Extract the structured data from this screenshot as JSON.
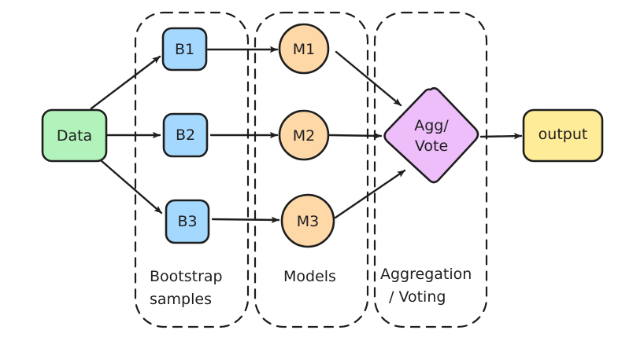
{
  "diagram": {
    "type": "flowchart",
    "style": "hand-drawn",
    "groups": [
      {
        "id": "bootstrap",
        "label_lines": [
          "Bootstrap",
          "samples"
        ]
      },
      {
        "id": "models",
        "label_lines": [
          "Models"
        ]
      },
      {
        "id": "aggregation",
        "label_lines": [
          "Aggregation",
          "/ Voting"
        ]
      }
    ],
    "nodes": [
      {
        "id": "data",
        "label": "Data",
        "shape": "rounded-rect",
        "color": "#b2f2bb"
      },
      {
        "id": "b1",
        "label": "B1",
        "shape": "rounded-rect",
        "color": "#a5d8ff"
      },
      {
        "id": "b2",
        "label": "B2",
        "shape": "rounded-rect",
        "color": "#a5d8ff"
      },
      {
        "id": "b3",
        "label": "B3",
        "shape": "rounded-rect",
        "color": "#a5d8ff"
      },
      {
        "id": "m1",
        "label": "M1",
        "shape": "circle",
        "color": "#ffd8a8"
      },
      {
        "id": "m2",
        "label": "M2",
        "shape": "circle",
        "color": "#ffd8a8"
      },
      {
        "id": "m3",
        "label": "M3",
        "shape": "circle",
        "color": "#ffd8a8"
      },
      {
        "id": "agg",
        "label_lines": [
          "Agg/",
          "Vote"
        ],
        "shape": "diamond",
        "color": "#eebefa"
      },
      {
        "id": "output",
        "label": "output",
        "shape": "rounded-rect",
        "color": "#ffec99"
      }
    ],
    "edges": [
      {
        "from": "data",
        "to": "b1"
      },
      {
        "from": "data",
        "to": "b2"
      },
      {
        "from": "data",
        "to": "b3"
      },
      {
        "from": "b1",
        "to": "m1"
      },
      {
        "from": "b2",
        "to": "m2"
      },
      {
        "from": "b3",
        "to": "m3"
      },
      {
        "from": "m1",
        "to": "agg"
      },
      {
        "from": "m2",
        "to": "agg"
      },
      {
        "from": "m3",
        "to": "agg"
      },
      {
        "from": "agg",
        "to": "output"
      }
    ],
    "stroke_color": "#1e1e1e"
  }
}
